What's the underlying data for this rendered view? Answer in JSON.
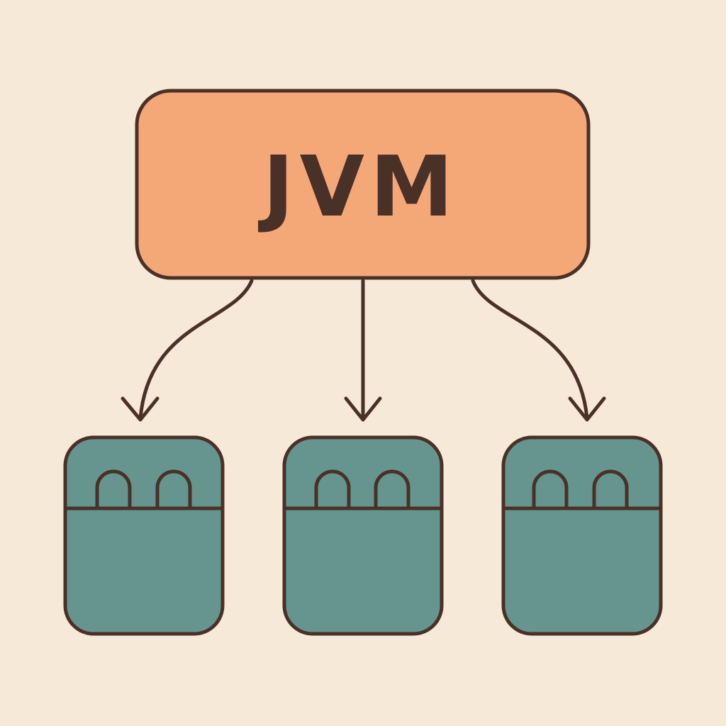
{
  "diagram": {
    "root": {
      "label": "JVM"
    },
    "children_count": 3
  },
  "colors": {
    "background": "#f7e9d7",
    "root_fill": "#f4a878",
    "child_fill": "#66958f",
    "stroke": "#4a3128"
  },
  "icons": {
    "root": "jvm-box",
    "child": "thread-container-icon",
    "connector": "arrow-down-icon"
  }
}
